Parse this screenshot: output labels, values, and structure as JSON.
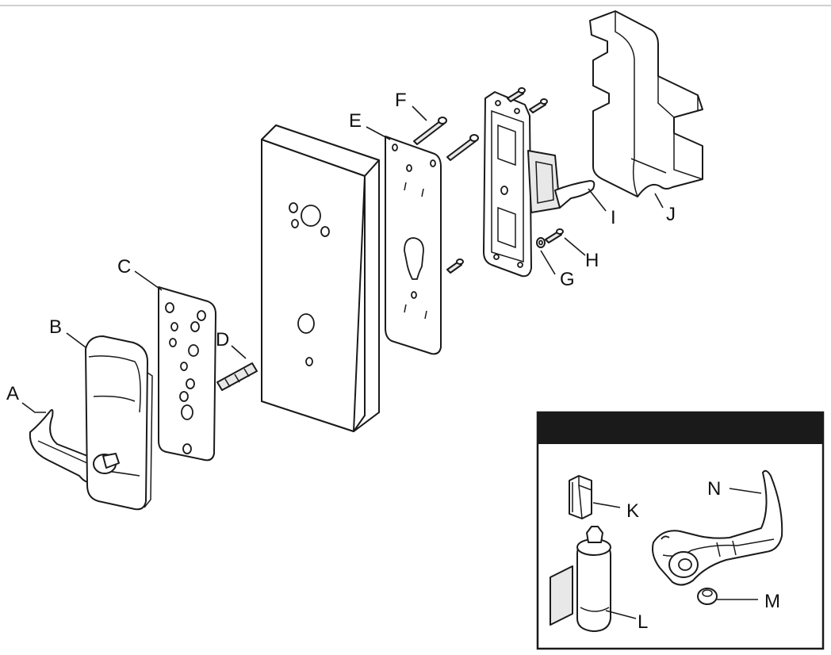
{
  "labels": {
    "A": "A",
    "B": "B",
    "C": "C",
    "D": "D",
    "E": "E",
    "F": "F",
    "G": "G",
    "H": "H",
    "I": "I",
    "J": "J",
    "K": "K",
    "L": "L",
    "M": "M",
    "N": "N"
  },
  "inset": {
    "header_text": ""
  },
  "colors": {
    "line": "#1a1a1a",
    "inset_bar": "#1a1a1a",
    "background": "#ffffff"
  }
}
